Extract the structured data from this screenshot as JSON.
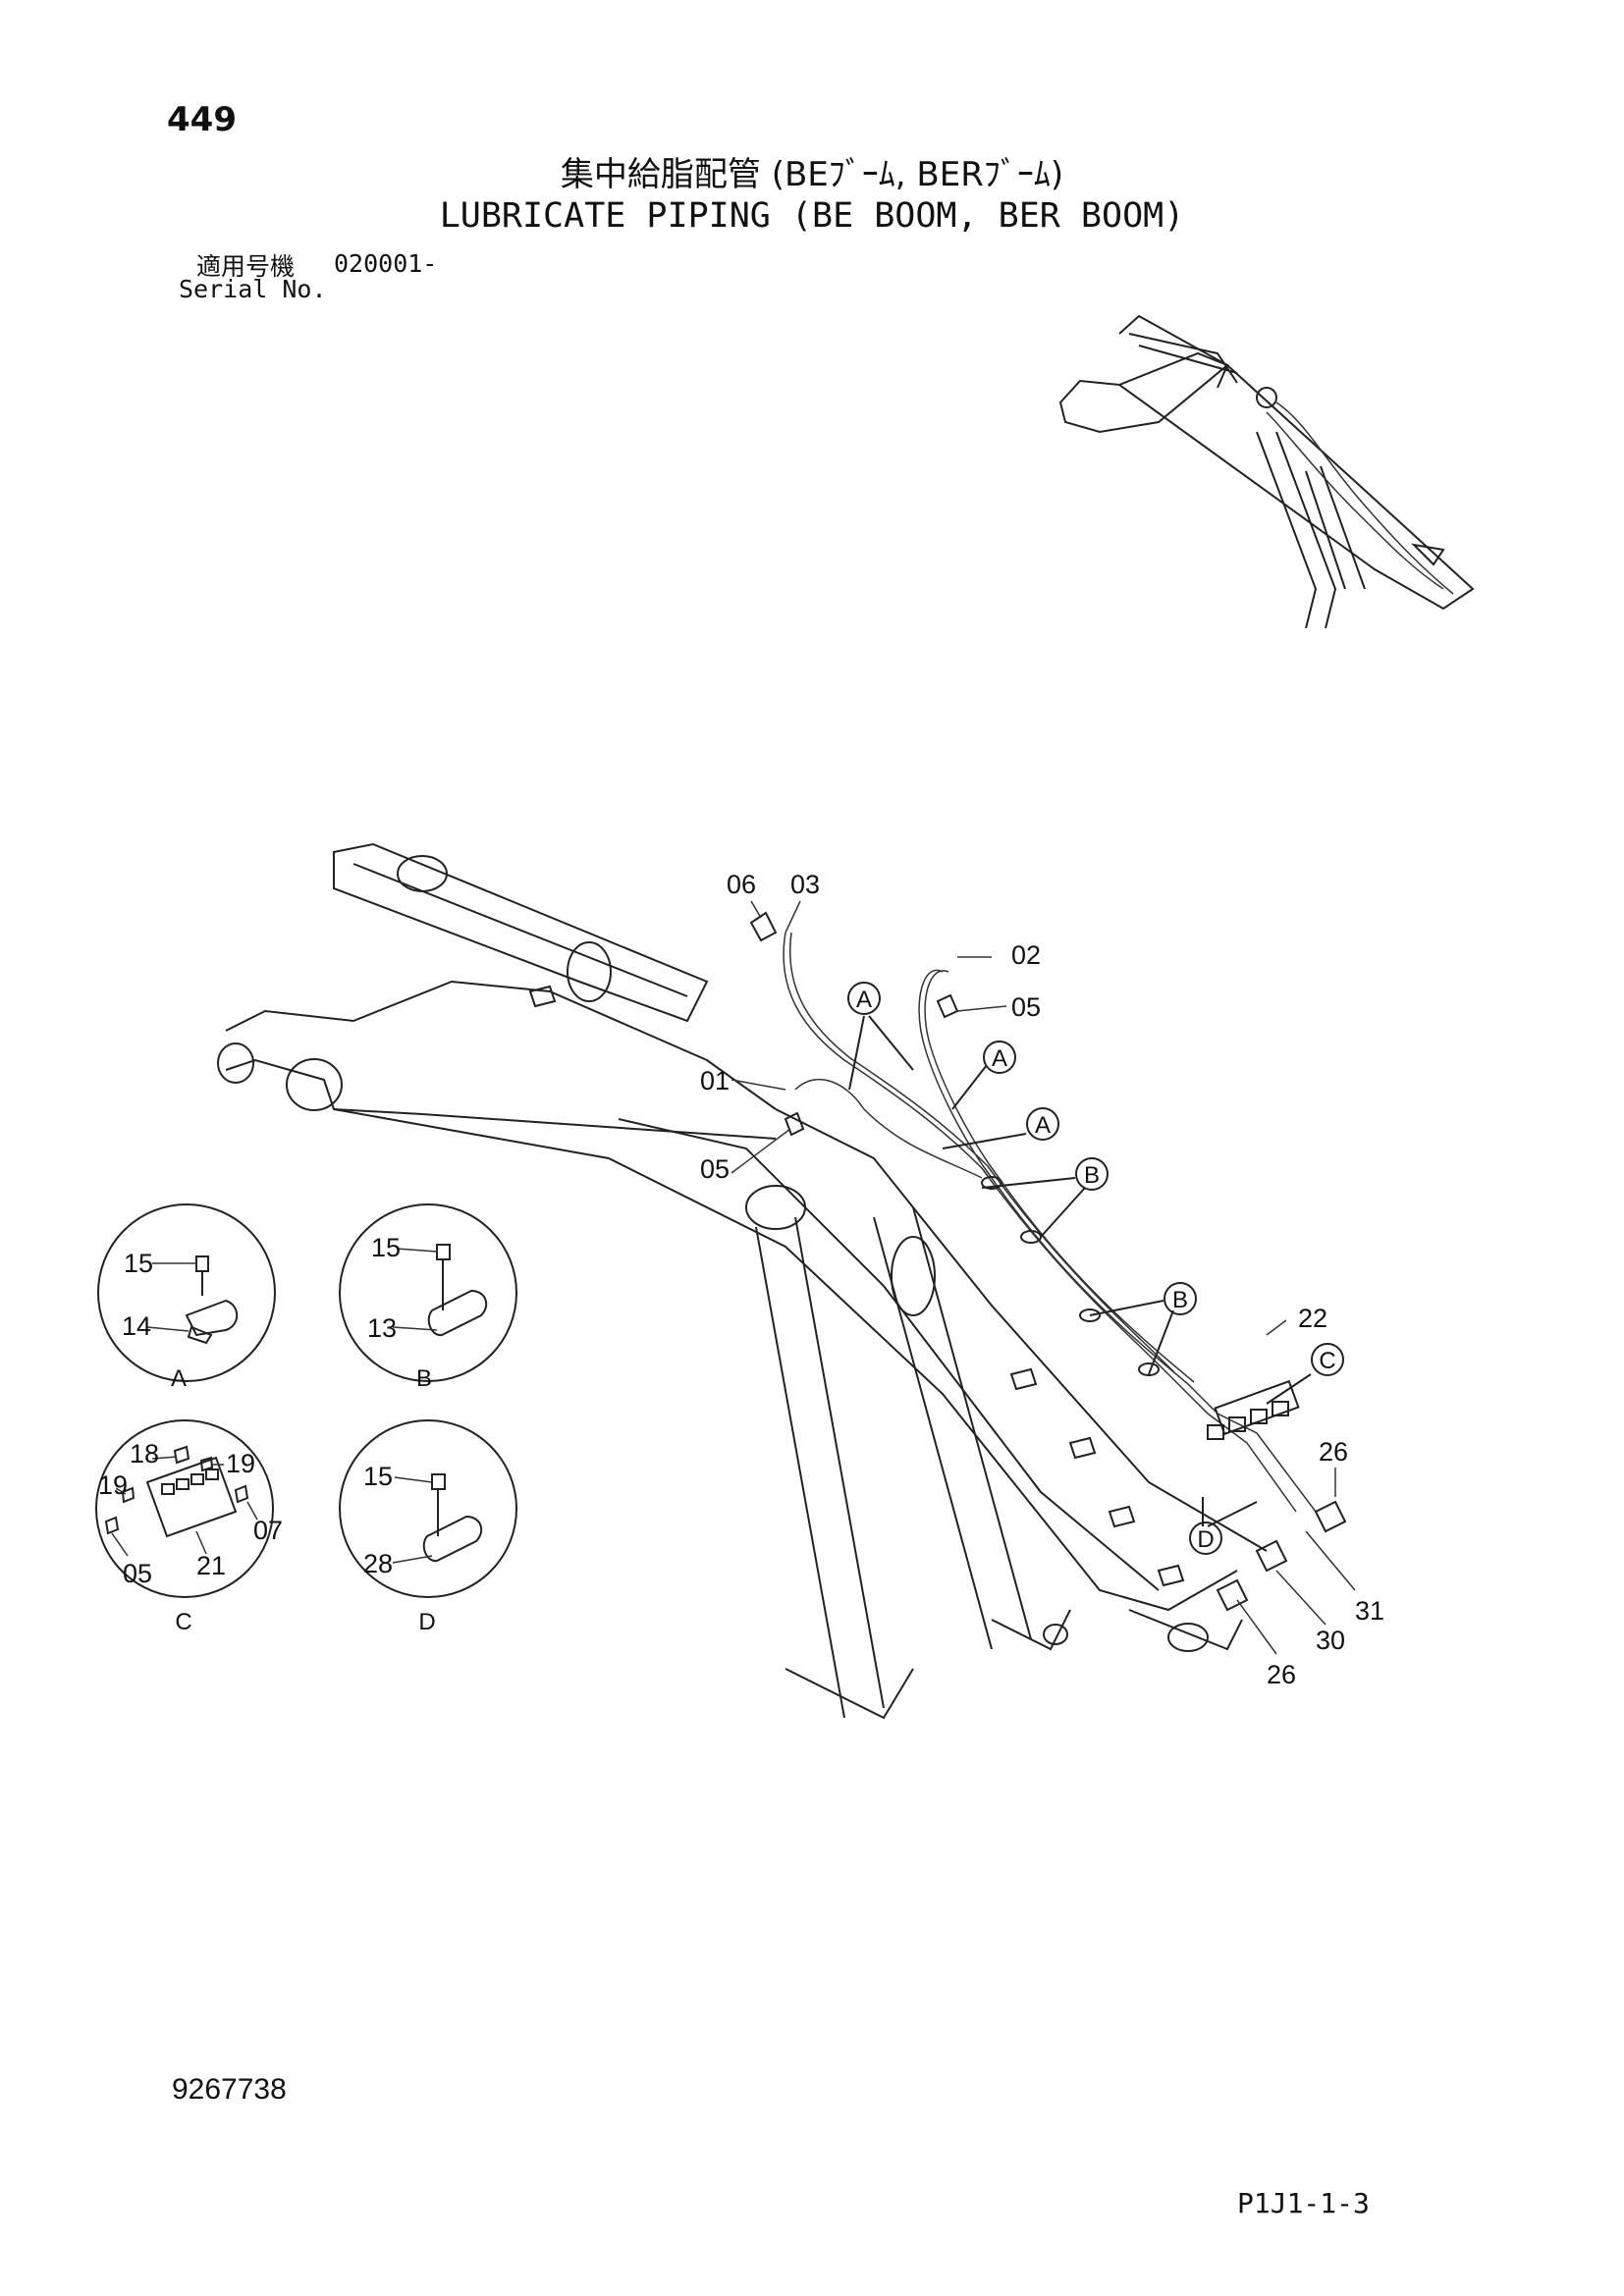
{
  "header": {
    "page_number": "449",
    "title_jp": "集中給脂配管 (BEﾌﾞｰﾑ, BERﾌﾞｰﾑ)",
    "title_en": "LUBRICATE PIPING (BE BOOM, BER BOOM)",
    "serial_label_jp": "適用号機",
    "serial_value": "020001-",
    "serial_label_en": "Serial No."
  },
  "callouts": {
    "p06": "06",
    "p03": "03",
    "p02": "02",
    "p05a": "05",
    "p01": "01",
    "p05b": "05",
    "p22": "22",
    "p26a": "26",
    "p31": "31",
    "p30": "30",
    "p26b": "26",
    "ref_a1": "A",
    "ref_a2": "A",
    "ref_a3": "A",
    "ref_b1": "B",
    "ref_b2": "B",
    "ref_c": "C",
    "ref_d": "D"
  },
  "details": {
    "A": {
      "label": "A",
      "parts": [
        "15",
        "14"
      ]
    },
    "B": {
      "label": "B",
      "parts": [
        "15",
        "13"
      ]
    },
    "C": {
      "label": "C",
      "parts": [
        "18",
        "19",
        "19",
        "19",
        "07",
        "05",
        "21"
      ]
    },
    "D": {
      "label": "D",
      "parts": [
        "15",
        "28"
      ]
    }
  },
  "footer": {
    "part_number": "9267738",
    "page_code": "P1J1-1-3"
  }
}
